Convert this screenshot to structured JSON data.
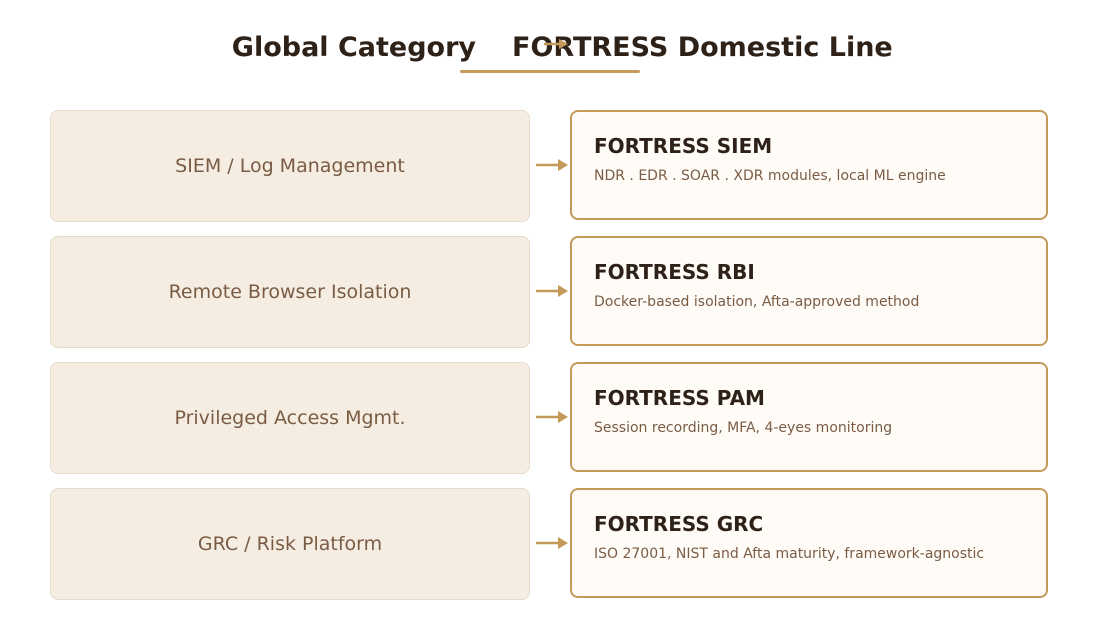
{
  "header": {
    "left_title": "Global Category",
    "right_title": "FORTRESS Domestic Line"
  },
  "rows": [
    {
      "category": "SIEM / Log Management",
      "product": "FORTRESS SIEM",
      "description": "NDR . EDR . SOAR . XDR modules, local ML engine"
    },
    {
      "category": "Remote Browser Isolation",
      "product": "FORTRESS RBI",
      "description": "Docker-based isolation, Afta-approved method"
    },
    {
      "category": "Privileged Access Mgmt.",
      "product": "FORTRESS PAM",
      "description": "Session recording, MFA, 4-eyes monitoring"
    },
    {
      "category": "GRC / Risk Platform",
      "product": "FORTRESS GRC",
      "description": "ISO 27001, NIST and Afta maturity, framework-agnostic"
    }
  ],
  "colors": {
    "accent": "#c39a5a",
    "left_box_bg": "#f5ede1",
    "right_box_bg": "#fffcf7",
    "title_text": "#2e2118",
    "body_text": "#7a5c45"
  },
  "icons": {
    "connector": "arrow-right-icon"
  }
}
